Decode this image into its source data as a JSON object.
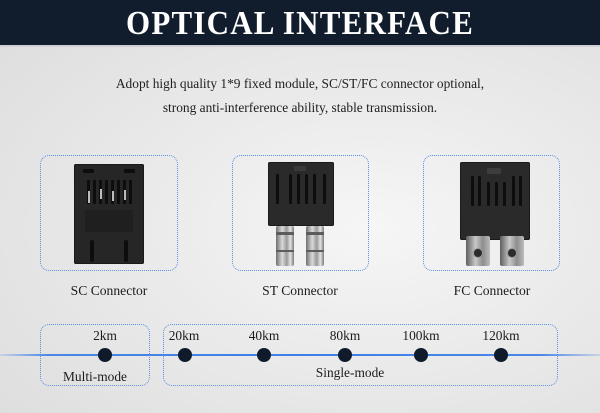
{
  "header": {
    "title": "OPTICAL INTERFACE",
    "background": "#111c2c"
  },
  "intro": {
    "line1": "Adopt high quality 1*9 fixed module, SC/ST/FC connector optional,",
    "line2": "strong anti-interference ability, stable transmission."
  },
  "connectors": [
    {
      "label": "SC Connector",
      "icon": "sc-connector-module-icon"
    },
    {
      "label": "ST Connector",
      "icon": "st-connector-module-icon"
    },
    {
      "label": "FC Connector",
      "icon": "fc-connector-module-icon"
    }
  ],
  "timeline": {
    "line_color": "#3d7fe6",
    "dot_color": "#0f1a2b",
    "box_border_color": "#5b8fe6",
    "groups": [
      {
        "label": "Multi-mode",
        "distances": [
          "2km"
        ]
      },
      {
        "label": "Single-mode",
        "distances": [
          "20km",
          "40km",
          "80km",
          "100km",
          "120km"
        ]
      }
    ]
  }
}
